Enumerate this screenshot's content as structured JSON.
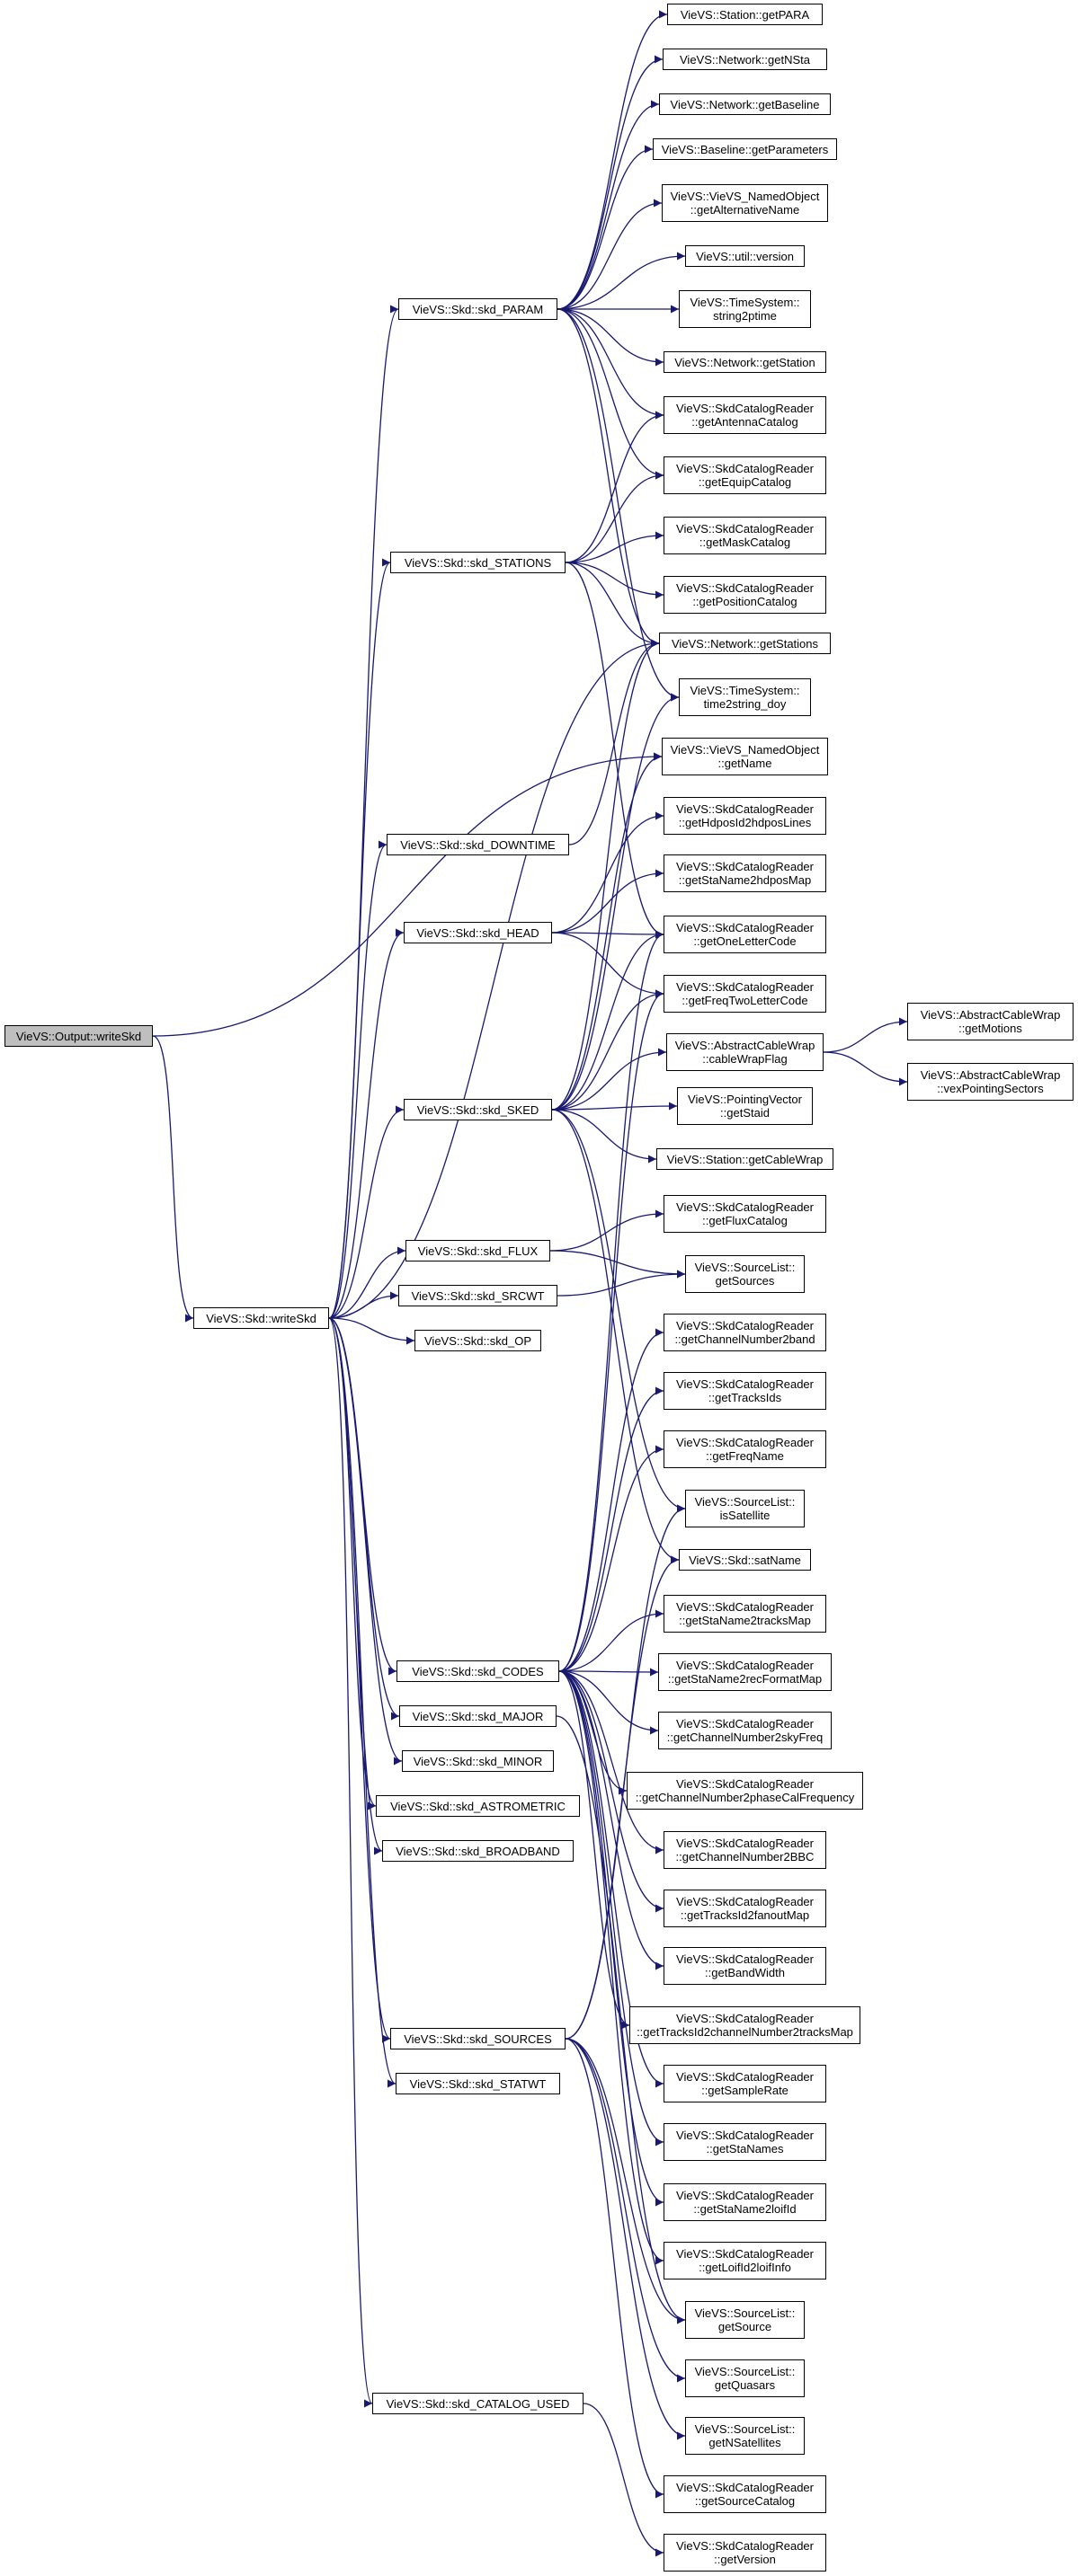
{
  "edge_color": "#191970",
  "root_fill": "#bfbfbf",
  "nodes": [
    {
      "id": "writeSkdOut",
      "lines": [
        "VieVS::Output::writeSkd"
      ]
    },
    {
      "id": "writeSkd",
      "lines": [
        "VieVS::Skd::writeSkd"
      ]
    },
    {
      "id": "skd_PARAM",
      "lines": [
        "VieVS::Skd::skd_PARAM"
      ]
    },
    {
      "id": "skd_STATIONS",
      "lines": [
        "VieVS::Skd::skd_STATIONS"
      ]
    },
    {
      "id": "skd_DOWNTIME",
      "lines": [
        "VieVS::Skd::skd_DOWNTIME"
      ]
    },
    {
      "id": "skd_HEAD",
      "lines": [
        "VieVS::Skd::skd_HEAD"
      ]
    },
    {
      "id": "skd_SKED",
      "lines": [
        "VieVS::Skd::skd_SKED"
      ]
    },
    {
      "id": "skd_FLUX",
      "lines": [
        "VieVS::Skd::skd_FLUX"
      ]
    },
    {
      "id": "skd_SRCWT",
      "lines": [
        "VieVS::Skd::skd_SRCWT"
      ]
    },
    {
      "id": "skd_OP",
      "lines": [
        "VieVS::Skd::skd_OP"
      ]
    },
    {
      "id": "skd_CODES",
      "lines": [
        "VieVS::Skd::skd_CODES"
      ]
    },
    {
      "id": "skd_MAJOR",
      "lines": [
        "VieVS::Skd::skd_MAJOR"
      ]
    },
    {
      "id": "skd_MINOR",
      "lines": [
        "VieVS::Skd::skd_MINOR"
      ]
    },
    {
      "id": "skd_ASTROMETRIC",
      "lines": [
        "VieVS::Skd::skd_ASTROMETRIC"
      ]
    },
    {
      "id": "skd_BROADBAND",
      "lines": [
        "VieVS::Skd::skd_BROADBAND"
      ]
    },
    {
      "id": "skd_SOURCES",
      "lines": [
        "VieVS::Skd::skd_SOURCES"
      ]
    },
    {
      "id": "skd_STATWT",
      "lines": [
        "VieVS::Skd::skd_STATWT"
      ]
    },
    {
      "id": "skd_CATALOG_USED",
      "lines": [
        "VieVS::Skd::skd_CATALOG_USED"
      ]
    },
    {
      "id": "getPARA",
      "lines": [
        "VieVS::Station::getPARA"
      ]
    },
    {
      "id": "getNSta",
      "lines": [
        "VieVS::Network::getNSta"
      ]
    },
    {
      "id": "getBaseline",
      "lines": [
        "VieVS::Network::getBaseline"
      ]
    },
    {
      "id": "getParameters",
      "lines": [
        "VieVS::Baseline::getParameters"
      ]
    },
    {
      "id": "getAlternativeName",
      "lines": [
        "VieVS::VieVS_NamedObject",
        "::getAlternativeName"
      ]
    },
    {
      "id": "version",
      "lines": [
        "VieVS::util::version"
      ]
    },
    {
      "id": "string2ptime",
      "lines": [
        "VieVS::TimeSystem::",
        "string2ptime"
      ]
    },
    {
      "id": "getStation",
      "lines": [
        "VieVS::Network::getStation"
      ]
    },
    {
      "id": "getAntennaCatalog",
      "lines": [
        "VieVS::SkdCatalogReader",
        "::getAntennaCatalog"
      ]
    },
    {
      "id": "getEquipCatalog",
      "lines": [
        "VieVS::SkdCatalogReader",
        "::getEquipCatalog"
      ]
    },
    {
      "id": "getMaskCatalog",
      "lines": [
        "VieVS::SkdCatalogReader",
        "::getMaskCatalog"
      ]
    },
    {
      "id": "getPositionCatalog",
      "lines": [
        "VieVS::SkdCatalogReader",
        "::getPositionCatalog"
      ]
    },
    {
      "id": "getStations",
      "lines": [
        "VieVS::Network::getStations"
      ]
    },
    {
      "id": "time2string_doy",
      "lines": [
        "VieVS::TimeSystem::",
        "time2string_doy"
      ]
    },
    {
      "id": "getName",
      "lines": [
        "VieVS::VieVS_NamedObject",
        "::getName"
      ]
    },
    {
      "id": "getHdposId2hdposLines",
      "lines": [
        "VieVS::SkdCatalogReader",
        "::getHdposId2hdposLines"
      ]
    },
    {
      "id": "getStaName2hdposMap",
      "lines": [
        "VieVS::SkdCatalogReader",
        "::getStaName2hdposMap"
      ]
    },
    {
      "id": "getOneLetterCode",
      "lines": [
        "VieVS::SkdCatalogReader",
        "::getOneLetterCode"
      ]
    },
    {
      "id": "getFreqTwoLetterCode",
      "lines": [
        "VieVS::SkdCatalogReader",
        "::getFreqTwoLetterCode"
      ]
    },
    {
      "id": "cableWrapFlag",
      "lines": [
        "VieVS::AbstractCableWrap",
        "::cableWrapFlag"
      ]
    },
    {
      "id": "getMotions",
      "lines": [
        "VieVS::AbstractCableWrap",
        "::getMotions"
      ]
    },
    {
      "id": "vexPointingSectors",
      "lines": [
        "VieVS::AbstractCableWrap",
        "::vexPointingSectors"
      ]
    },
    {
      "id": "getStaid",
      "lines": [
        "VieVS::PointingVector",
        "::getStaid"
      ]
    },
    {
      "id": "getCableWrap",
      "lines": [
        "VieVS::Station::getCableWrap"
      ]
    },
    {
      "id": "getFluxCatalog",
      "lines": [
        "VieVS::SkdCatalogReader",
        "::getFluxCatalog"
      ]
    },
    {
      "id": "getSources",
      "lines": [
        "VieVS::SourceList::",
        "getSources"
      ]
    },
    {
      "id": "getChannelNumber2band",
      "lines": [
        "VieVS::SkdCatalogReader",
        "::getChannelNumber2band"
      ]
    },
    {
      "id": "getTracksIds",
      "lines": [
        "VieVS::SkdCatalogReader",
        "::getTracksIds"
      ]
    },
    {
      "id": "getFreqName",
      "lines": [
        "VieVS::SkdCatalogReader",
        "::getFreqName"
      ]
    },
    {
      "id": "isSatellite",
      "lines": [
        "VieVS::SourceList::",
        "isSatellite"
      ]
    },
    {
      "id": "satName",
      "lines": [
        "VieVS::Skd::satName"
      ]
    },
    {
      "id": "getStaName2tracksMap",
      "lines": [
        "VieVS::SkdCatalogReader",
        "::getStaName2tracksMap"
      ]
    },
    {
      "id": "getStaName2recFormatMap",
      "lines": [
        "VieVS::SkdCatalogReader",
        "::getStaName2recFormatMap"
      ]
    },
    {
      "id": "getChannelNumber2skyFreq",
      "lines": [
        "VieVS::SkdCatalogReader",
        "::getChannelNumber2skyFreq"
      ]
    },
    {
      "id": "getChannelNumber2phaseCalFrequency",
      "lines": [
        "VieVS::SkdCatalogReader",
        "::getChannelNumber2phaseCalFrequency"
      ]
    },
    {
      "id": "getChannelNumber2BBC",
      "lines": [
        "VieVS::SkdCatalogReader",
        "::getChannelNumber2BBC"
      ]
    },
    {
      "id": "getTracksId2fanoutMap",
      "lines": [
        "VieVS::SkdCatalogReader",
        "::getTracksId2fanoutMap"
      ]
    },
    {
      "id": "getBandWidth",
      "lines": [
        "VieVS::SkdCatalogReader",
        "::getBandWidth"
      ]
    },
    {
      "id": "getTracksId2channelNumber2tracksMap",
      "lines": [
        "VieVS::SkdCatalogReader",
        "::getTracksId2channelNumber2tracksMap"
      ]
    },
    {
      "id": "getSampleRate",
      "lines": [
        "VieVS::SkdCatalogReader",
        "::getSampleRate"
      ]
    },
    {
      "id": "getStaNames",
      "lines": [
        "VieVS::SkdCatalogReader",
        "::getStaNames"
      ]
    },
    {
      "id": "getStaName2loifId",
      "lines": [
        "VieVS::SkdCatalogReader",
        "::getStaName2loifId"
      ]
    },
    {
      "id": "getLoifId2loifInfo",
      "lines": [
        "VieVS::SkdCatalogReader",
        "::getLoifId2loifInfo"
      ]
    },
    {
      "id": "getSource",
      "lines": [
        "VieVS::SourceList::",
        "getSource"
      ]
    },
    {
      "id": "getQuasars",
      "lines": [
        "VieVS::SourceList::",
        "getQuasars"
      ]
    },
    {
      "id": "getNSatellites",
      "lines": [
        "VieVS::SourceList::",
        "getNSatellites"
      ]
    },
    {
      "id": "getSourceCatalog",
      "lines": [
        "VieVS::SkdCatalogReader",
        "::getSourceCatalog"
      ]
    },
    {
      "id": "getVersion",
      "lines": [
        "VieVS::SkdCatalogReader",
        "::getVersion"
      ]
    }
  ],
  "edges": [
    [
      "writeSkdOut",
      "writeSkd"
    ],
    [
      "writeSkdOut",
      "getName"
    ],
    [
      "writeSkd",
      "skd_PARAM"
    ],
    [
      "writeSkd",
      "skd_STATIONS"
    ],
    [
      "writeSkd",
      "skd_DOWNTIME"
    ],
    [
      "writeSkd",
      "skd_HEAD"
    ],
    [
      "writeSkd",
      "skd_SKED"
    ],
    [
      "writeSkd",
      "skd_FLUX"
    ],
    [
      "writeSkd",
      "skd_SRCWT"
    ],
    [
      "writeSkd",
      "skd_OP"
    ],
    [
      "writeSkd",
      "skd_CODES"
    ],
    [
      "writeSkd",
      "skd_MAJOR"
    ],
    [
      "writeSkd",
      "skd_MINOR"
    ],
    [
      "writeSkd",
      "skd_ASTROMETRIC"
    ],
    [
      "writeSkd",
      "skd_BROADBAND"
    ],
    [
      "writeSkd",
      "skd_SOURCES"
    ],
    [
      "writeSkd",
      "skd_STATWT"
    ],
    [
      "writeSkd",
      "skd_CATALOG_USED"
    ],
    [
      "writeSkd",
      "getStations"
    ],
    [
      "skd_PARAM",
      "getPARA"
    ],
    [
      "skd_PARAM",
      "getNSta"
    ],
    [
      "skd_PARAM",
      "getBaseline"
    ],
    [
      "skd_PARAM",
      "getParameters"
    ],
    [
      "skd_PARAM",
      "getAlternativeName"
    ],
    [
      "skd_PARAM",
      "version"
    ],
    [
      "skd_PARAM",
      "string2ptime"
    ],
    [
      "skd_PARAM",
      "getStation"
    ],
    [
      "skd_PARAM",
      "getAntennaCatalog"
    ],
    [
      "skd_PARAM",
      "getEquipCatalog"
    ],
    [
      "skd_PARAM",
      "getStations"
    ],
    [
      "skd_PARAM",
      "time2string_doy"
    ],
    [
      "skd_STATIONS",
      "getAntennaCatalog"
    ],
    [
      "skd_STATIONS",
      "getEquipCatalog"
    ],
    [
      "skd_STATIONS",
      "getMaskCatalog"
    ],
    [
      "skd_STATIONS",
      "getPositionCatalog"
    ],
    [
      "skd_STATIONS",
      "getStations"
    ],
    [
      "skd_STATIONS",
      "getOneLetterCode"
    ],
    [
      "skd_DOWNTIME",
      "getStations"
    ],
    [
      "skd_HEAD",
      "getHdposId2hdposLines"
    ],
    [
      "skd_HEAD",
      "getStaName2hdposMap"
    ],
    [
      "skd_HEAD",
      "getOneLetterCode"
    ],
    [
      "skd_HEAD",
      "getFreqTwoLetterCode"
    ],
    [
      "skd_SKED",
      "getStations"
    ],
    [
      "skd_SKED",
      "time2string_doy"
    ],
    [
      "skd_SKED",
      "getName"
    ],
    [
      "skd_SKED",
      "getOneLetterCode"
    ],
    [
      "skd_SKED",
      "getFreqTwoLetterCode"
    ],
    [
      "skd_SKED",
      "cableWrapFlag"
    ],
    [
      "skd_SKED",
      "getStaid"
    ],
    [
      "skd_SKED",
      "getCableWrap"
    ],
    [
      "skd_SKED",
      "isSatellite"
    ],
    [
      "skd_SKED",
      "satName"
    ],
    [
      "cableWrapFlag",
      "getMotions"
    ],
    [
      "cableWrapFlag",
      "vexPointingSectors"
    ],
    [
      "skd_FLUX",
      "getFluxCatalog"
    ],
    [
      "skd_FLUX",
      "getSources"
    ],
    [
      "skd_SRCWT",
      "getSources"
    ],
    [
      "skd_CODES",
      "getOneLetterCode"
    ],
    [
      "skd_CODES",
      "getFreqTwoLetterCode"
    ],
    [
      "skd_CODES",
      "getChannelNumber2band"
    ],
    [
      "skd_CODES",
      "getTracksIds"
    ],
    [
      "skd_CODES",
      "getFreqName"
    ],
    [
      "skd_CODES",
      "getStaName2tracksMap"
    ],
    [
      "skd_CODES",
      "getStaName2recFormatMap"
    ],
    [
      "skd_CODES",
      "getChannelNumber2skyFreq"
    ],
    [
      "skd_CODES",
      "getChannelNumber2phaseCalFrequency"
    ],
    [
      "skd_CODES",
      "getChannelNumber2BBC"
    ],
    [
      "skd_CODES",
      "getTracksId2fanoutMap"
    ],
    [
      "skd_CODES",
      "getBandWidth"
    ],
    [
      "skd_CODES",
      "getTracksId2channelNumber2tracksMap"
    ],
    [
      "skd_CODES",
      "getSampleRate"
    ],
    [
      "skd_CODES",
      "getStaNames"
    ],
    [
      "skd_CODES",
      "getStaName2loifId"
    ],
    [
      "skd_CODES",
      "getLoifId2loifInfo"
    ],
    [
      "skd_MAJOR",
      "getSource"
    ],
    [
      "skd_SOURCES",
      "isSatellite"
    ],
    [
      "skd_SOURCES",
      "satName"
    ],
    [
      "skd_SOURCES",
      "getSource"
    ],
    [
      "skd_SOURCES",
      "getQuasars"
    ],
    [
      "skd_SOURCES",
      "getNSatellites"
    ],
    [
      "skd_SOURCES",
      "getSourceCatalog"
    ],
    [
      "skd_CATALOG_USED",
      "getVersion"
    ]
  ]
}
